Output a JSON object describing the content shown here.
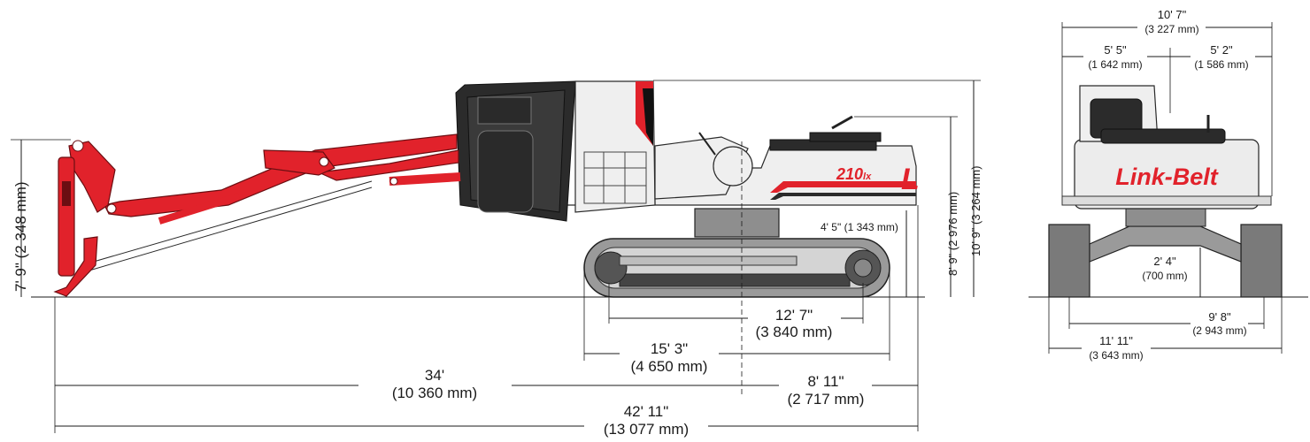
{
  "side_view": {
    "dim_reach_height": "7' 9\" (2 348 mm)",
    "dim_cab_top_height": "10' 9\" (3 264 mm)",
    "dim_hood_height": "8' 9\" (2 976 mm)",
    "dim_counterweight_clearance": "4' 5\" (1 343 mm)",
    "dim_tumbler_length": {
      "ft": "12' 7\"",
      "mm": "(3 840 mm)"
    },
    "dim_track_length": {
      "ft": "15' 3\"",
      "mm": "(4 650 mm)"
    },
    "dim_front_reach": {
      "ft": "34'",
      "mm": "(10 360 mm)"
    },
    "dim_tail_swing": {
      "ft": "8' 11\"",
      "mm": "(2 717 mm)"
    },
    "dim_overall_length": {
      "ft": "42' 11\"",
      "mm": "(13 077 mm)"
    },
    "model_badge": "210",
    "model_suffix": "lx",
    "brand_letter": "L"
  },
  "rear_view": {
    "dim_overall_width": {
      "ft": "10' 7\"",
      "mm": "(3 227 mm)"
    },
    "dim_left_width": {
      "ft": "5' 5\"",
      "mm": "(1 642 mm)"
    },
    "dim_right_width": {
      "ft": "5' 2\"",
      "mm": "(1 586 mm)"
    },
    "dim_ground_clearance": {
      "ft": "2' 4\"",
      "mm": "(700 mm)"
    },
    "dim_track_gauge": {
      "ft": "9' 8\"",
      "mm": "(2 943 mm)"
    },
    "dim_track_width": {
      "ft": "11' 11\"",
      "mm": "(3 643 mm)"
    },
    "brand": "Link-Belt"
  },
  "colors": {
    "brand_red": "#e1222b",
    "body_gray": "#d9d9d9",
    "track_gray": "#6f6f6f"
  }
}
